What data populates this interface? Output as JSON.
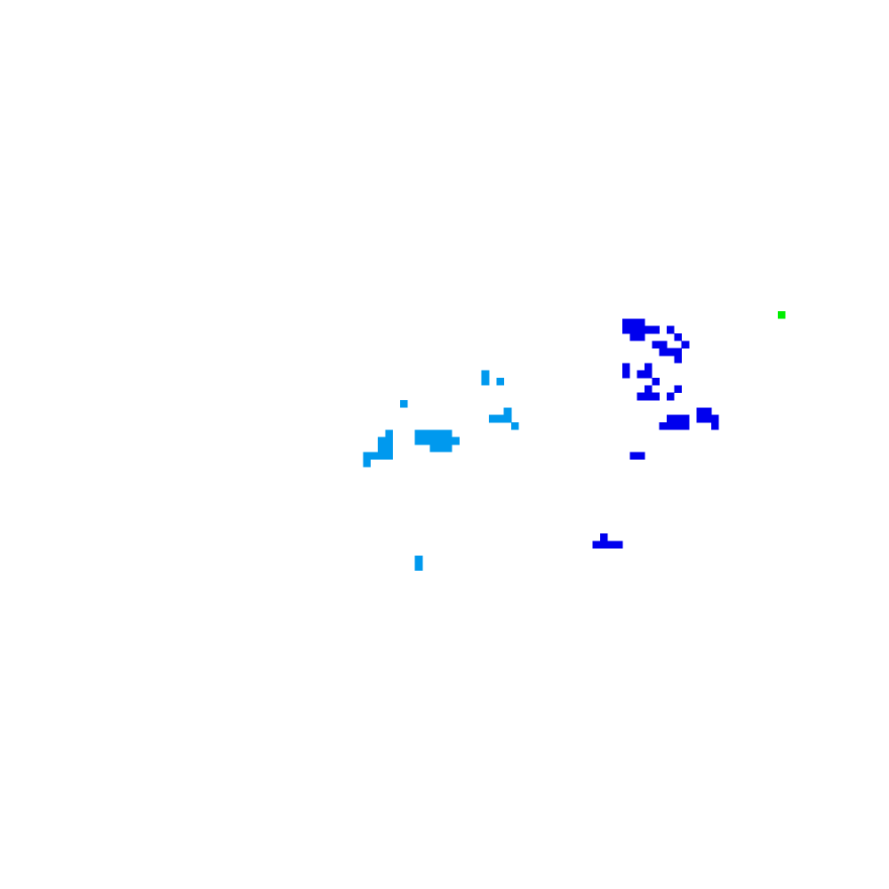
{
  "map": {
    "grid_columns": 120,
    "grid_rows": 120,
    "background_color": "#ffffff",
    "categories": [
      {
        "id": "light-blue",
        "color": "#0099ee",
        "cells": [
          [
            65,
            50
          ],
          [
            65,
            51
          ],
          [
            67,
            51
          ],
          [
            54,
            54
          ],
          [
            68,
            55
          ],
          [
            66,
            56
          ],
          [
            67,
            56
          ],
          [
            68,
            56
          ],
          [
            69,
            57
          ],
          [
            52,
            58
          ],
          [
            56,
            58
          ],
          [
            57,
            58
          ],
          [
            58,
            58
          ],
          [
            59,
            58
          ],
          [
            60,
            58
          ],
          [
            51,
            59
          ],
          [
            52,
            59
          ],
          [
            56,
            59
          ],
          [
            57,
            59
          ],
          [
            58,
            59
          ],
          [
            59,
            59
          ],
          [
            60,
            59
          ],
          [
            61,
            59
          ],
          [
            51,
            60
          ],
          [
            52,
            60
          ],
          [
            58,
            60
          ],
          [
            59,
            60
          ],
          [
            60,
            60
          ],
          [
            49,
            61
          ],
          [
            50,
            61
          ],
          [
            51,
            61
          ],
          [
            52,
            61
          ],
          [
            49,
            62
          ],
          [
            56,
            75
          ],
          [
            56,
            76
          ]
        ]
      },
      {
        "id": "dark-blue",
        "color": "#0000ee",
        "cells": [
          [
            84,
            43
          ],
          [
            85,
            43
          ],
          [
            86,
            43
          ],
          [
            84,
            44
          ],
          [
            85,
            44
          ],
          [
            86,
            44
          ],
          [
            87,
            44
          ],
          [
            88,
            44
          ],
          [
            90,
            44
          ],
          [
            85,
            45
          ],
          [
            86,
            45
          ],
          [
            91,
            45
          ],
          [
            88,
            46
          ],
          [
            89,
            46
          ],
          [
            92,
            46
          ],
          [
            89,
            47
          ],
          [
            90,
            47
          ],
          [
            91,
            47
          ],
          [
            91,
            48
          ],
          [
            84,
            49
          ],
          [
            87,
            49
          ],
          [
            84,
            50
          ],
          [
            86,
            50
          ],
          [
            87,
            50
          ],
          [
            88,
            51
          ],
          [
            87,
            52
          ],
          [
            91,
            52
          ],
          [
            87,
            53
          ],
          [
            86,
            53
          ],
          [
            88,
            53
          ],
          [
            90,
            53
          ],
          [
            94,
            55
          ],
          [
            95,
            55
          ],
          [
            90,
            56
          ],
          [
            91,
            56
          ],
          [
            92,
            56
          ],
          [
            94,
            56
          ],
          [
            95,
            56
          ],
          [
            96,
            56
          ],
          [
            89,
            57
          ],
          [
            90,
            57
          ],
          [
            91,
            57
          ],
          [
            92,
            57
          ],
          [
            96,
            57
          ],
          [
            85,
            61
          ],
          [
            86,
            61
          ],
          [
            81,
            72
          ],
          [
            80,
            73
          ],
          [
            81,
            73
          ],
          [
            82,
            73
          ],
          [
            83,
            73
          ]
        ]
      },
      {
        "id": "green",
        "color": "#00ee00",
        "cells": [
          [
            105,
            42
          ]
        ]
      }
    ]
  }
}
